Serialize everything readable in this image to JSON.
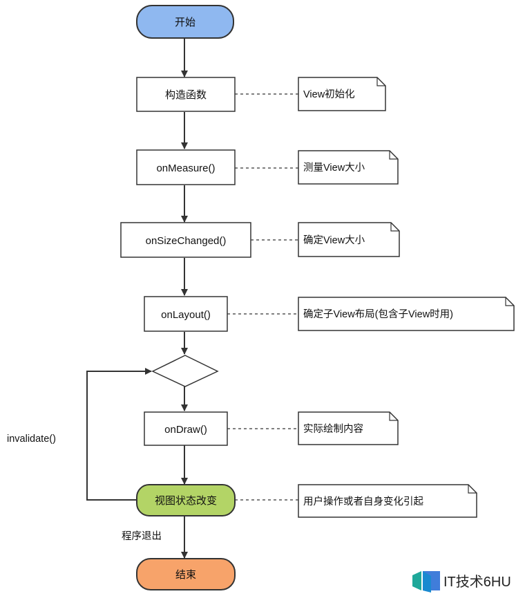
{
  "nodes": {
    "start": "开始",
    "constructor": "构造函数",
    "on_measure": "onMeasure()",
    "on_size_changed": "onSizeChanged()",
    "on_layout": "onLayout()",
    "on_draw": "onDraw()",
    "state_change": "视图状态改变",
    "end": "结束"
  },
  "notes": {
    "constructor": "View初始化",
    "on_measure": "测量View大小",
    "on_size_changed": "确定View大小",
    "on_layout": "确定子View布局(包含子View时用)",
    "on_draw": "实际绘制内容",
    "state_change": "用户操作或者自身变化引起"
  },
  "edge_labels": {
    "loop": "invalidate()",
    "exit": "程序退出"
  },
  "watermark": {
    "text": "IT技术6HU"
  },
  "colors": {
    "start_fill": "#8fb8f0",
    "state_fill": "#b3d466",
    "end_fill": "#f7a36a",
    "stroke": "#333333",
    "watermark_teal": "#1fa89a",
    "watermark_blue": "#2b6fd6"
  }
}
